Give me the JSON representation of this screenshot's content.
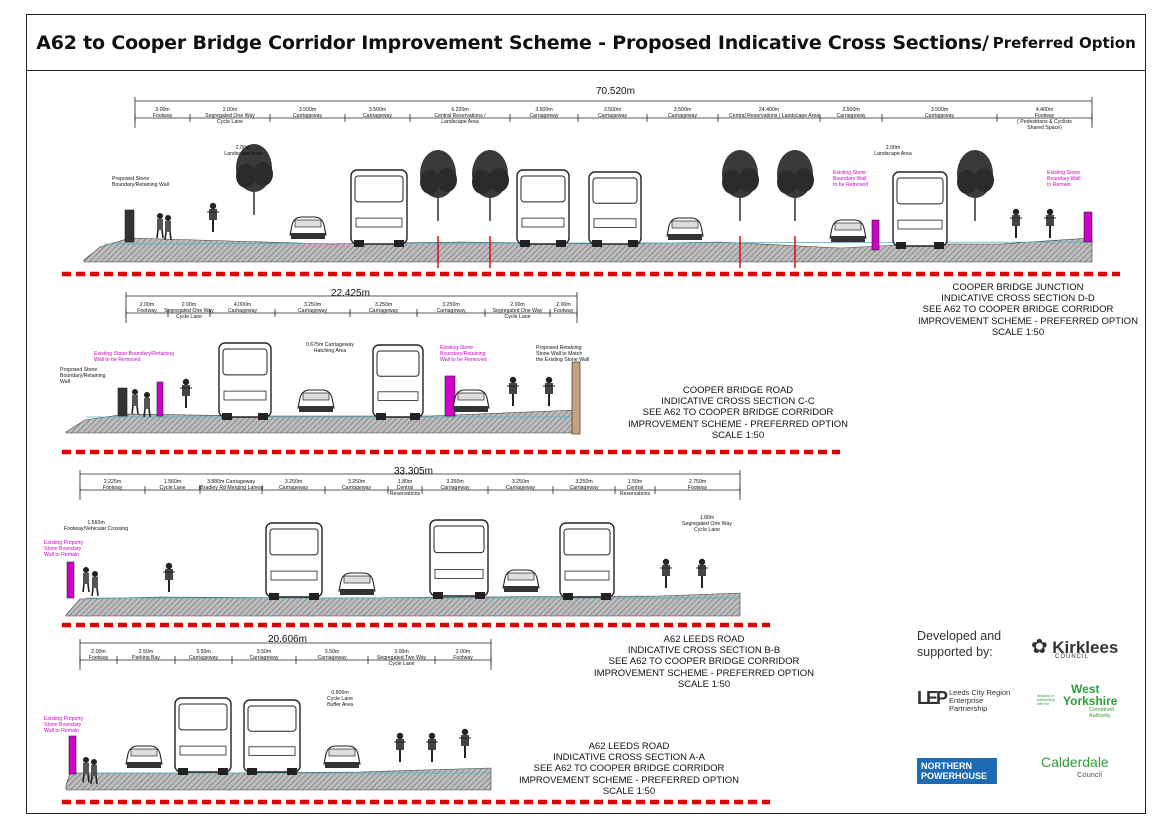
{
  "title": {
    "main": "A62 to Cooper Bridge Corridor Improvement Scheme - Proposed Indicative Cross Sections/",
    "sub": "Preferred Option"
  },
  "sections": {
    "dd": {
      "total": "70.520m",
      "caption": [
        "COOPER BRIDGE JUNCTION",
        "INDICATIVE CROSS SECTION D-D",
        "SEE A62 TO COOPER BRIDGE CORRIDOR",
        "IMPROVEMENT SCHEME - PREFERRED OPTION",
        "SCALE 1:50"
      ],
      "dims": [
        [
          "3.00m",
          "Footway"
        ],
        [
          "2.00m",
          "Segregated One Way",
          "Cycle Lane"
        ],
        [
          "3.500m",
          "Carriageway"
        ],
        [
          "3.500m",
          "Carriageway"
        ],
        [
          "6.220m",
          "Central Reservations /",
          "Landscape Area"
        ],
        [
          "3.500m",
          "Carriageway"
        ],
        [
          "3.500m",
          "Carriageway"
        ],
        [
          "3.500m",
          "Carriageway"
        ],
        [
          "24.400m",
          "Central Reservations / Landscape Area"
        ],
        [
          "3.500m",
          "Carriageway"
        ],
        [
          "3.500m",
          "Carriageway"
        ],
        [
          "4.400m",
          "Footway",
          "( Pedestrians & Cyclists",
          "Shared Space)"
        ]
      ],
      "landscape_left": [
        "2.00m",
        "Landscape Area"
      ],
      "landscape_right": [
        "2.00m",
        "Landscape Area"
      ],
      "note_wall": [
        "Proposed Stone",
        "Boundary/Retaining Wall"
      ],
      "note_removed": [
        "Existing Stone",
        "Boundary Wall",
        "to be Removed"
      ],
      "note_remain": [
        "Existing Stone",
        "Boundary Wall",
        "to Remain"
      ]
    },
    "cc": {
      "total": "22.425m",
      "caption": [
        "COOPER BRIDGE ROAD",
        "INDICATIVE CROSS SECTION C-C",
        "SEE A62 TO COOPER BRIDGE CORRIDOR",
        "IMPROVEMENT SCHEME - PREFERRED OPTION",
        "SCALE 1:50"
      ],
      "dims": [
        [
          "2.00m",
          "Footway"
        ],
        [
          "2.00m",
          "Segregated One Way",
          "Cycle Lane"
        ],
        [
          "4.000m",
          "Carriageway"
        ],
        [
          "3.250m",
          "Carriageway"
        ],
        [
          "3.250m",
          "Carriageway"
        ],
        [
          "3.250m",
          "Carriageway"
        ],
        [
          "2.00m",
          "Segregated One Way",
          "Cycle Lane"
        ],
        [
          "2.00m",
          "Footway"
        ]
      ],
      "hatching": [
        "0.675m Carriageway",
        "Hatching Area"
      ],
      "note_wall": [
        "Proposed Stone",
        "Boundary/Retaining",
        "Wall"
      ],
      "note_removed": [
        "Existing Stone Boundary/Retaining",
        "Wall to be Removed"
      ],
      "note_removed2": [
        "Existing Stone",
        "Boundary/Retaining",
        "Wall to be Removed"
      ],
      "note_retain": [
        "Proposed Retaining",
        "Stone Wall to Match",
        "the Existing Stone Wall"
      ]
    },
    "bb": {
      "total": "33.305m",
      "caption": [
        "A62 LEEDS ROAD",
        "INDICATIVE CROSS SECTION B-B",
        "SEE A62 TO COOPER BRIDGE CORRIDOR",
        "IMPROVEMENT SCHEME - PREFERRED OPTION",
        "SCALE 1:50"
      ],
      "dims": [
        [
          "2.225m",
          "Footway"
        ],
        [
          "1.560m",
          "Cycle Lane"
        ],
        [
          "3.880m Carriageway",
          "(Bradley Rd Merging Lanes)"
        ],
        [
          "3.250m",
          "Carriageway"
        ],
        [
          "3.250m",
          "Carriageway"
        ],
        [
          "1.80m",
          "Central",
          "Reservations"
        ],
        [
          "3.250m",
          "Carriageway"
        ],
        [
          "3.250m",
          "Carriageway"
        ],
        [
          "3.250m",
          "Carriageway"
        ],
        [
          "1.50m",
          "Central",
          "Reservations"
        ],
        [
          "2.750m",
          "Footway"
        ]
      ],
      "footway_crossing": [
        "1.560m",
        "Footway/Vehicular Crossing"
      ],
      "cycle_right": [
        "1.80m",
        "Segregated One Way",
        "Cycle Lane"
      ],
      "note_wall": [
        "Existing Property",
        "Stone Boundary",
        "Wall to Remain"
      ]
    },
    "aa": {
      "total": "20.606m",
      "caption": [
        "A62 LEEDS ROAD",
        "INDICATIVE CROSS SECTION A-A",
        "SEE A62 TO COOPER BRIDGE CORRIDOR",
        "IMPROVEMENT SCHEME - PREFERRED OPTION",
        "SCALE 1:50"
      ],
      "dims": [
        [
          "2.00m",
          "Footway"
        ],
        [
          "2.50m",
          "Parking Bay"
        ],
        [
          "3.50m",
          "Carriageway"
        ],
        [
          "3.50m",
          "Carriageway"
        ],
        [
          "3.50m",
          "Carriageway"
        ],
        [
          "3.00m",
          "Segregated Two Way",
          "Cycle Lane"
        ],
        [
          "2.00m",
          "Footway"
        ]
      ],
      "buffer": [
        "0.606m",
        "Cycle Lane",
        "Buffer Area"
      ],
      "note_wall": [
        "Existing Property",
        "Stone Boundary",
        "Wall to Remain"
      ]
    }
  },
  "logos": {
    "developed": [
      "Developed and",
      "supported by:"
    ],
    "kirklees": "Kirklees",
    "kirklees_sub": "COUNCIL",
    "lep": [
      "Leeds City Region",
      "Enterprise",
      "Partnership"
    ],
    "lep_mark": "LEP",
    "wy_small": [
      "Working in",
      "partnership",
      "with the"
    ],
    "wy_big": [
      "West",
      "Yorkshire"
    ],
    "wy_sub": [
      "Combined",
      "Authority"
    ],
    "np": [
      "NORTHERN",
      "POWERHOUSE"
    ],
    "calderdale": "Calderdale",
    "calderdale_sub": "Council"
  },
  "colors": {
    "red_dash": "#e00000",
    "magenta": "#d100c8",
    "wy_green": "#2e9d3a",
    "np_blue": "#1c6bb3"
  }
}
